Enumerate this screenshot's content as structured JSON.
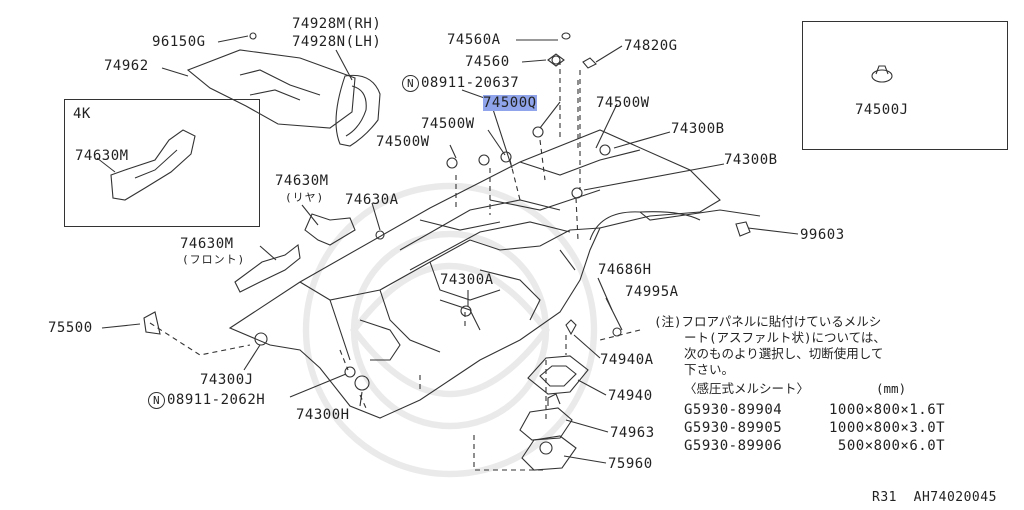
{
  "page": {
    "ref_code": "R31  AH74020045"
  },
  "callouts": {
    "c96150G": "96150G",
    "c74928M": "74928M(RH)",
    "c74928N": "74928N(LH)",
    "c74962": "74962",
    "c74560A": "74560A",
    "c74560": "74560",
    "c74820G": "74820G",
    "c08911_20637": "08911-20637",
    "c74500Q": "74500Q",
    "c74500W_a": "74500W",
    "c74500W_b": "74500W",
    "c74500W_c": "74500W",
    "c74300B_a": "74300B",
    "c74300B_b": "74300B",
    "c99603": "99603",
    "c74630M_rear": "74630M",
    "rear_note": "(リヤ)",
    "c74630A": "74630A",
    "c74630M_front": "74630M",
    "front_note": "(フロント)",
    "c74300A": "74300A",
    "c74686H": "74686H",
    "c74995A": "74995A",
    "c75500": "75500",
    "c74300J": "74300J",
    "c08911_2062H": "08911-2062H",
    "c74300H": "74300H",
    "c74940A": "74940A",
    "c74940": "74940",
    "c74963": "74963",
    "c75960": "75960",
    "n_symbol": "N"
  },
  "inset_4k": {
    "label": "4K",
    "part": "74630M"
  },
  "inset_right": {
    "part": "74500J"
  },
  "note": {
    "line1": "(注)フロアパネルに貼付けているメルシ",
    "line2": "ート(アスファルト状)については、",
    "line3": "次のものより選択し、切断使用して",
    "line4": "下さい。",
    "header_left": "〈感圧式メルシート〉",
    "header_right": "(mm)",
    "rows": [
      {
        "part": "G5930-89904",
        "size": "1000×800×1.6T"
      },
      {
        "part": "G5930-89905",
        "size": "1000×800×3.0T"
      },
      {
        "part": "G5930-89906",
        "size": " 500×800×6.0T"
      }
    ]
  }
}
